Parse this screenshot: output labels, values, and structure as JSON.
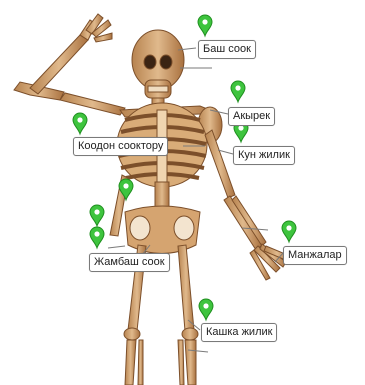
{
  "labels": {
    "skull": "Баш соок",
    "clavicle": "Акырек",
    "ribcage": "Коодон сооктору",
    "humerus": "Кун жилик",
    "hand": "Манжалар",
    "pelvis": "Жамбаш соок",
    "tibia": "Кашка жилик"
  },
  "colors": {
    "pin": "#3ec43e",
    "pin_dark": "#1f8f1f",
    "bone": "#c79a6a",
    "bone_dark": "#8a5a32",
    "label_border": "#7a7a7a"
  },
  "icons": {
    "pin": "map-pin-icon"
  }
}
